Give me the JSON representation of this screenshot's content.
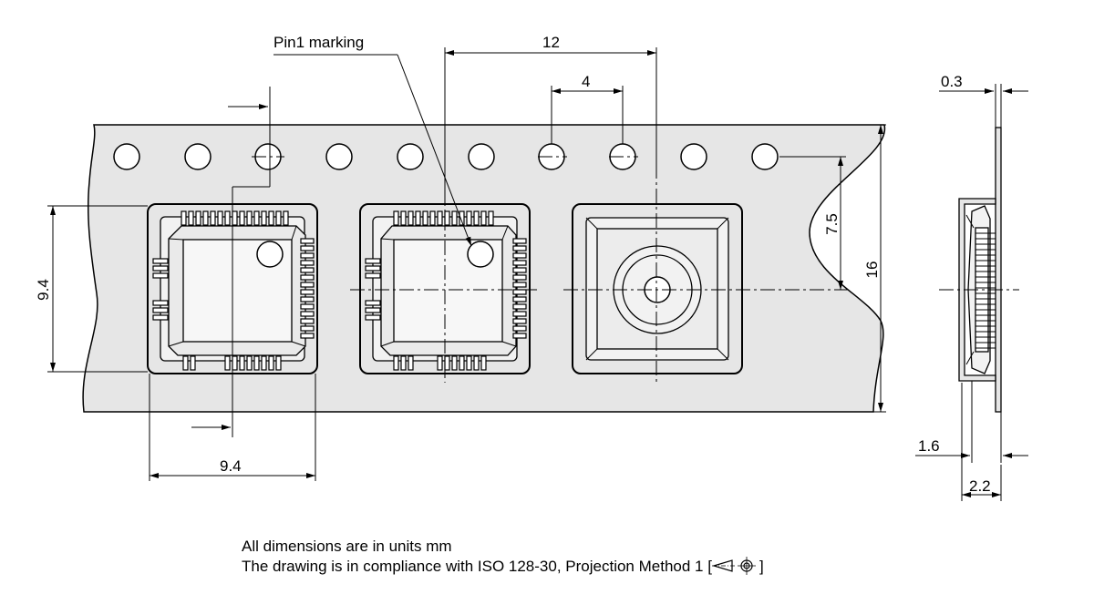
{
  "callouts": {
    "pin1": "Pin1 marking"
  },
  "dimensions": {
    "pitch": "12",
    "hole_pitch": "4",
    "pocket_offset": "7.5",
    "tape_width": "16",
    "pocket_height": "9.4",
    "pocket_width": "9.4",
    "tape_thickness": "0.3",
    "cavity_depth": "1.6",
    "total_height": "2.2"
  },
  "notes": {
    "line1": "All dimensions are in units mm",
    "line2_prefix": "The drawing is in compliance with ISO 128-30, Projection Method 1 [",
    "line2_suffix": "]"
  },
  "colors": {
    "line": "#000000",
    "tape": "#e6e6e6",
    "pocket": "#e6e6e6",
    "pocket_inner": "#f2f2f2"
  }
}
